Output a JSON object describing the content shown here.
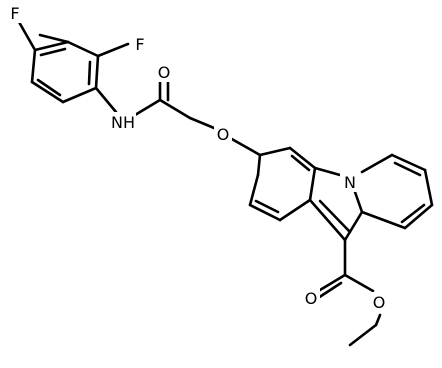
{
  "molecule": {
    "atoms": {
      "f_para": "F",
      "f_ortho": "F",
      "o_carbonyl": "O",
      "nh": "NH",
      "o_ether": "O",
      "n_ring": "N",
      "o_ester_carbonyl": "O",
      "o_ester": "O"
    }
  }
}
